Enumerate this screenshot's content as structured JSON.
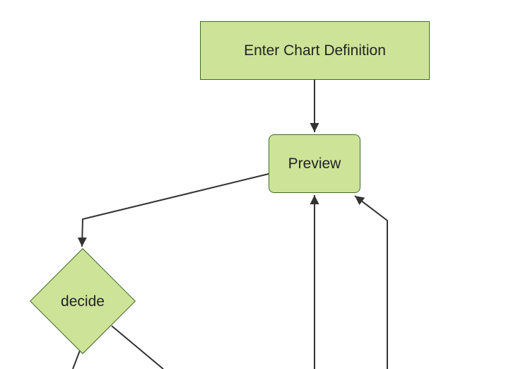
{
  "diagram": {
    "type": "flowchart",
    "orientation": "top-down",
    "nodes": [
      {
        "id": "definition",
        "label": "Enter Chart Definition",
        "shape": "rectangle"
      },
      {
        "id": "preview",
        "label": "Preview",
        "shape": "rounded-rectangle"
      },
      {
        "id": "decide",
        "label": "decide",
        "shape": "diamond"
      }
    ],
    "edges": [
      {
        "from": "definition",
        "to": "preview",
        "arrow": true
      },
      {
        "from": "preview",
        "to": "decide",
        "arrow": true
      },
      {
        "from": "offscreen-bottom-center",
        "to": "preview",
        "arrow": true
      },
      {
        "from": "offscreen-bottom-right",
        "to": "preview",
        "arrow": true
      },
      {
        "from": "decide",
        "to": "offscreen-bottom-left",
        "arrow": false
      },
      {
        "from": "decide",
        "to": "offscreen-bottom-right",
        "arrow": false
      }
    ],
    "colors": {
      "node_fill": "#cde498",
      "node_border": "#426b29",
      "edge": "#333333",
      "text": "#232323",
      "background": "#ffffff"
    }
  }
}
